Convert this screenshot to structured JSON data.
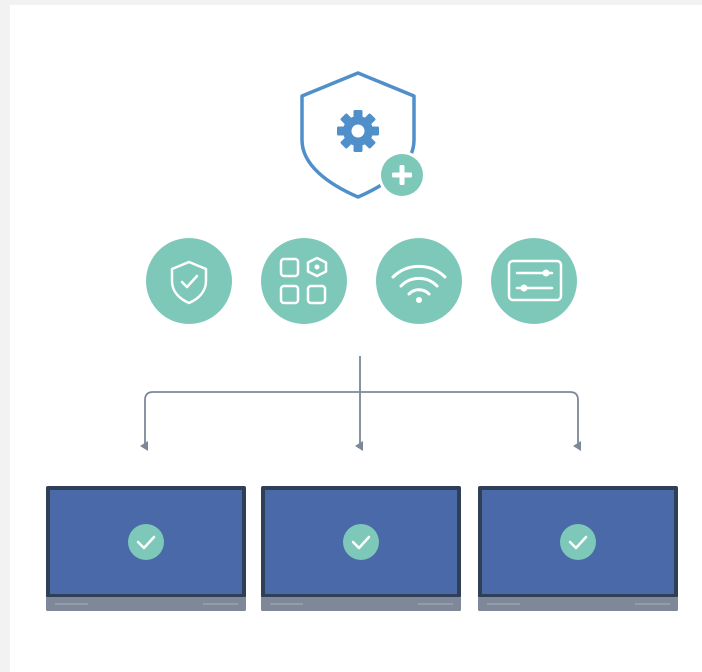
{
  "diagram": {
    "colors": {
      "shield_stroke": "#4f8fca",
      "gear": "#4f8fca",
      "accent": "#7ec8ba",
      "icon_glyph": "#ffffff",
      "connector": "#7c8898",
      "laptop_frame": "#2f3f56",
      "laptop_screen": "#4a69a8",
      "laptop_base": "#7e8899",
      "page_background": "#f2f2f2",
      "canvas": "#ffffff"
    },
    "top_node": {
      "icon": "shield-gear-icon",
      "badge_icon": "plus-icon"
    },
    "feature_icons": [
      {
        "name": "shield-check-icon"
      },
      {
        "name": "apps-grid-icon"
      },
      {
        "name": "wifi-icon"
      },
      {
        "name": "settings-sliders-icon"
      }
    ],
    "devices": [
      {
        "name": "laptop",
        "status_icon": "checkmark-icon"
      },
      {
        "name": "laptop",
        "status_icon": "checkmark-icon"
      },
      {
        "name": "laptop",
        "status_icon": "checkmark-icon"
      }
    ]
  }
}
